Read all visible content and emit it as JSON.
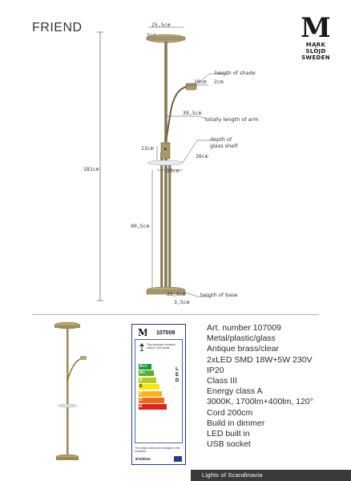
{
  "product_name": "FRIEND",
  "brand": {
    "initial": "M",
    "line1": "MARK",
    "line2": "SLÖJD",
    "line3": "SWEDEN"
  },
  "dimensions": {
    "height_total": "181cm",
    "shade_diameter": "25,5cm",
    "shade_inner": "3cm",
    "reading_head": "10cm",
    "arm_height": "2cm",
    "arm_length": "39,5cm",
    "shelf_height": "13cm",
    "shelf_width": "20cm",
    "shelf_depth": "29cm",
    "lower_height": "90,5cm",
    "base_diameter": "25,5cm",
    "base_height": "3,5cm"
  },
  "annotations": {
    "height_of_shade": "heigth of shade",
    "totally_length_of_arm": "totally length of arm",
    "depth_of_glass_shelf_1": "depth of",
    "depth_of_glass_shelf_2": "glass shelf",
    "height_of_base": "heigth of base"
  },
  "energy_label": {
    "article": "107009",
    "lamp_note": "This luminaire contains built-in LED lamps.",
    "classes": [
      {
        "label": "A++",
        "color": "#1a9a3c"
      },
      {
        "label": "A+",
        "color": "#57b030"
      },
      {
        "label": "A",
        "color": "#b5cf1c"
      },
      {
        "label": "B",
        "color": "#f4e51a"
      },
      {
        "label": "C",
        "color": "#f7b417"
      },
      {
        "label": "D",
        "color": "#ea6b1d"
      },
      {
        "label": "E",
        "color": "#e2231a"
      }
    ],
    "led_letters": [
      "L",
      "E",
      "D"
    ],
    "bottom_note": "The lamps cannot be changed in the luminaire.",
    "regulation": "874/2012"
  },
  "specs": [
    "Art. number 107009",
    "Metal/plastic/glass",
    "Antique brass/clear",
    "2xLED SMD 18W+5W 230V",
    "IP20",
    "Class III",
    "Energy class A",
    "3000K, 1700lm+400lm, 120°",
    "Cord 200cm",
    "Build in dimmer",
    "LED built in",
    "USB socket"
  ],
  "footer": "Lights of Scandinavia"
}
